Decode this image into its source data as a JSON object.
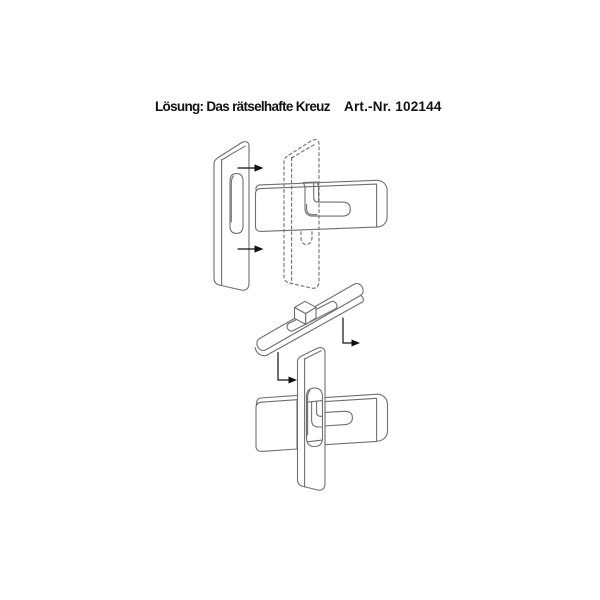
{
  "header": {
    "title": "Lösung: Das rätselhafte Kreuz",
    "article_number": "Art.-Nr. 102144"
  },
  "diagram": {
    "figures": [
      {
        "name": "exploded-view",
        "elements": [
          "slotted-plate",
          "insert-arrow-top",
          "insert-arrow-bottom",
          "dashed-plate-target-position",
          "cross-bar-with-j-slot"
        ]
      },
      {
        "name": "assembly-view",
        "elements": [
          "cover-plate-with-slot",
          "key-block-in-slot",
          "slide-arrow-right",
          "slide-arrow-left",
          "assembled-cross-plate",
          "assembled-cross-bar"
        ]
      }
    ]
  },
  "colors": {
    "background": "#ffffff",
    "line": "#6f6f6f",
    "arrow": "#111111",
    "text": "#111111"
  }
}
